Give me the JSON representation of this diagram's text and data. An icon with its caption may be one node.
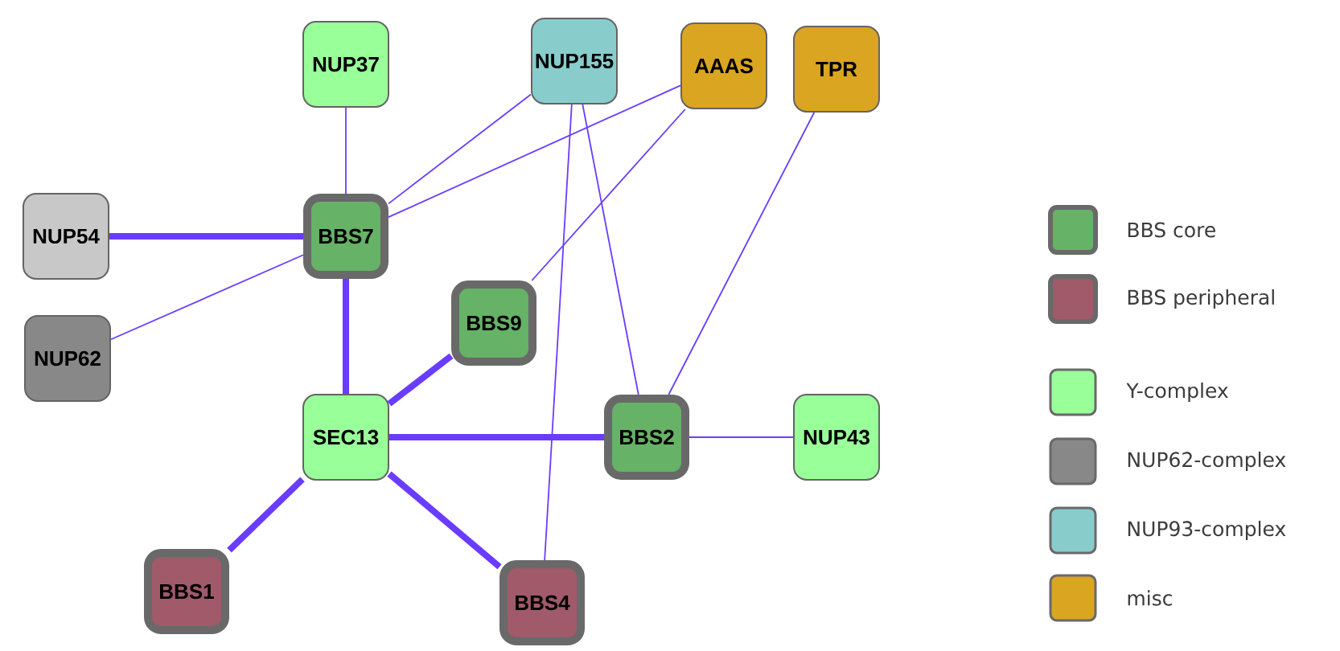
{
  "diagram": {
    "nodes": [
      {
        "text": [
          "NUP37"
        ]
      },
      {
        "text": [
          "NUP155"
        ]
      },
      {
        "text": [
          "AAAS"
        ]
      },
      {
        "text": [
          "TPR"
        ]
      },
      {
        "text": [
          "NUP54"
        ]
      },
      {
        "text": [
          "BBS7"
        ]
      },
      {
        "text": [
          "NUP62"
        ]
      },
      {
        "text": [
          "BBS9"
        ]
      },
      {
        "text": [
          "SEC13"
        ]
      },
      {
        "text": [
          "BBS2"
        ]
      },
      {
        "text": [
          "NUP43"
        ]
      },
      {
        "text": [
          "BBS1"
        ]
      },
      {
        "text": [
          "BBS4"
        ]
      }
    ],
    "edges": [
      {
        "from": 0,
        "to": 5,
        "arrow": "none"
      },
      {
        "from": 1,
        "to": 5,
        "arrow": "none"
      },
      {
        "from": 2,
        "to": 5,
        "arrow": "none"
      },
      {
        "from": 4,
        "to": 5,
        "arrow": "none",
        "style": "thick"
      },
      {
        "from": 6,
        "to": 5,
        "arrow": "none"
      },
      {
        "from": 5,
        "to": 8,
        "arrow": "none",
        "style": "thick"
      },
      {
        "from": 2,
        "to": 7,
        "arrow": "none"
      },
      {
        "from": 1,
        "to": 12,
        "arrow": "none"
      },
      {
        "from": 1,
        "to": 9,
        "arrow": "none"
      },
      {
        "from": 3,
        "to": 9,
        "arrow": "none"
      },
      {
        "from": 8,
        "to": 7,
        "arrow": "none",
        "style": "thick"
      },
      {
        "from": 8,
        "to": 9,
        "arrow": "none",
        "style": "thick"
      },
      {
        "from": 9,
        "to": 10,
        "arrow": "none"
      },
      {
        "from": 8,
        "to": 11,
        "arrow": "none",
        "style": "thick"
      },
      {
        "from": 8,
        "to": 12,
        "arrow": "none",
        "style": "thick"
      }
    ],
    "legend": [
      {
        "text": "BBS core",
        "color": "#66b266"
      },
      {
        "text": "BBS peripheral",
        "color": "#a05a6a"
      },
      {
        "text": "Y-complex",
        "color": "#99ff99"
      },
      {
        "text": "NUP62-complex",
        "color": "#888888"
      },
      {
        "text": "NUP93-complex",
        "color": "#88cccc"
      },
      {
        "text": "misc",
        "color": "#daa520"
      }
    ]
  }
}
